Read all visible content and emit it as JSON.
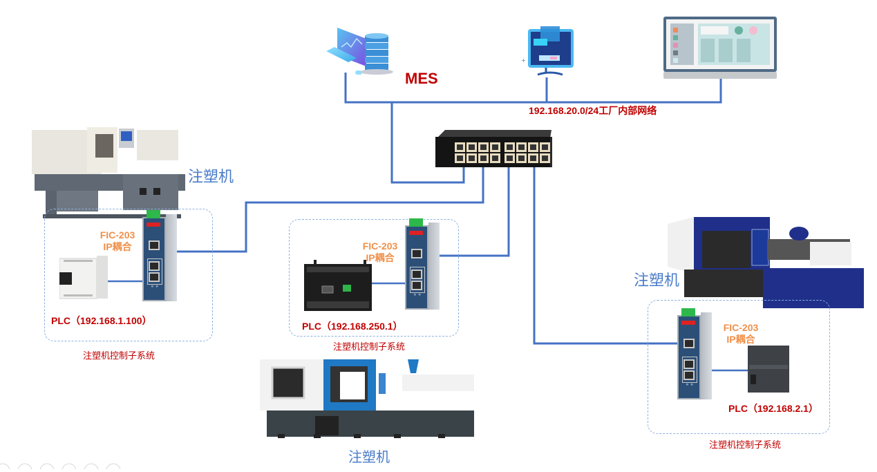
{
  "network": {
    "mes_label": "MES",
    "lan_label": "192.168.20.0/24工厂内部网络"
  },
  "top_devices": [
    {
      "name": "mes-server",
      "icon": "computer-server-icon"
    },
    {
      "name": "industrial-terminal",
      "icon": "monitor-icon"
    },
    {
      "name": "dashboard-display",
      "icon": "dashboard-monitor-icon"
    }
  ],
  "switch": {
    "icon": "ethernet-switch-icon",
    "ports": 16
  },
  "subsystems": [
    {
      "machine_label": "注塑机",
      "coupler_model": "FIC-203",
      "coupler_type": "IP耦合",
      "plc_label": "PLC（192.168.1.100）",
      "subsystem_label": "注塑机控制子系统"
    },
    {
      "machine_label": "注塑机",
      "coupler_model": "FIC-203",
      "coupler_type": "IP耦合",
      "plc_label": "PLC（192.168.250.1）",
      "subsystem_label": "注塑机控制子系统"
    },
    {
      "machine_label": "注塑机",
      "coupler_model": "FIC-203",
      "coupler_type": "IP耦合",
      "plc_label": "PLC（192.168.2.1）",
      "subsystem_label": "注塑机控制子系统"
    }
  ],
  "colors": {
    "wire": "#4472c4",
    "label_red": "#c00000",
    "label_orange": "#f0904a",
    "label_blue": "#4a7cc9",
    "dashed_border": "#8eb0dd"
  }
}
